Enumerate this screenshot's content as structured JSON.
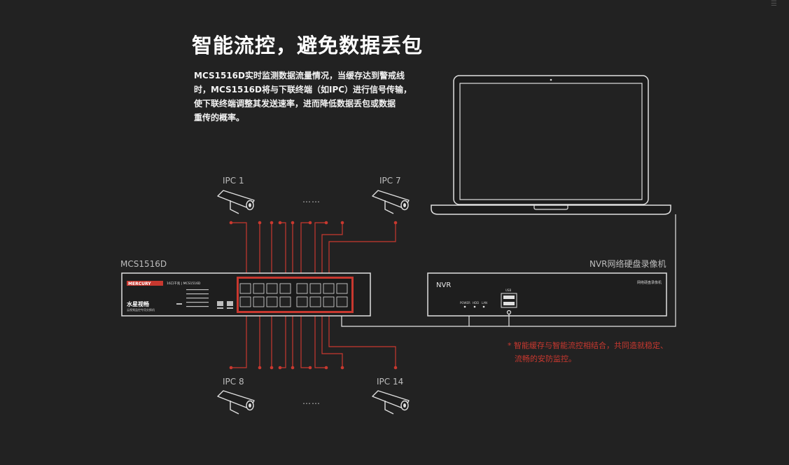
{
  "headline": "智能流控，避免数据丢包",
  "description_lines": [
    "MCS1516D实时监测数据流量情况，当缓存达到警戒线",
    "时，MCS1516D将与下联终端（如IPC）进行信号传输，",
    "使下联终端调整其发送速率，进而降低数据丢包或数据",
    "重传的概率。"
  ],
  "cameras": {
    "top_left": "IPC 1",
    "top_right": "IPC 7",
    "bottom_left": "IPC 8",
    "bottom_right": "IPC 14",
    "ellipsis_top": "……",
    "ellipsis_bottom": "……"
  },
  "switch": {
    "label": "MCS1516D",
    "brand": "MERCURY",
    "brand_cn": "水星视畅",
    "model_text": "16口千兆 | MCS1516D",
    "sub_text": "云视频监控专用交换机"
  },
  "nvr": {
    "label": "NVR网络硬盘录像机",
    "face_title": "NVR",
    "face_subtitle": "网络硬盘录像机",
    "indicators": [
      "POWER",
      "HDD",
      "LAN"
    ],
    "usb_label": "USB"
  },
  "note_lines": [
    "* 智能缓存与智能流控相结合，共同造就稳定、",
    "流畅的安防监控。"
  ],
  "colors": {
    "background": "#222222",
    "accent_red": "#c8382f",
    "line_white": "#e6e6e6"
  }
}
